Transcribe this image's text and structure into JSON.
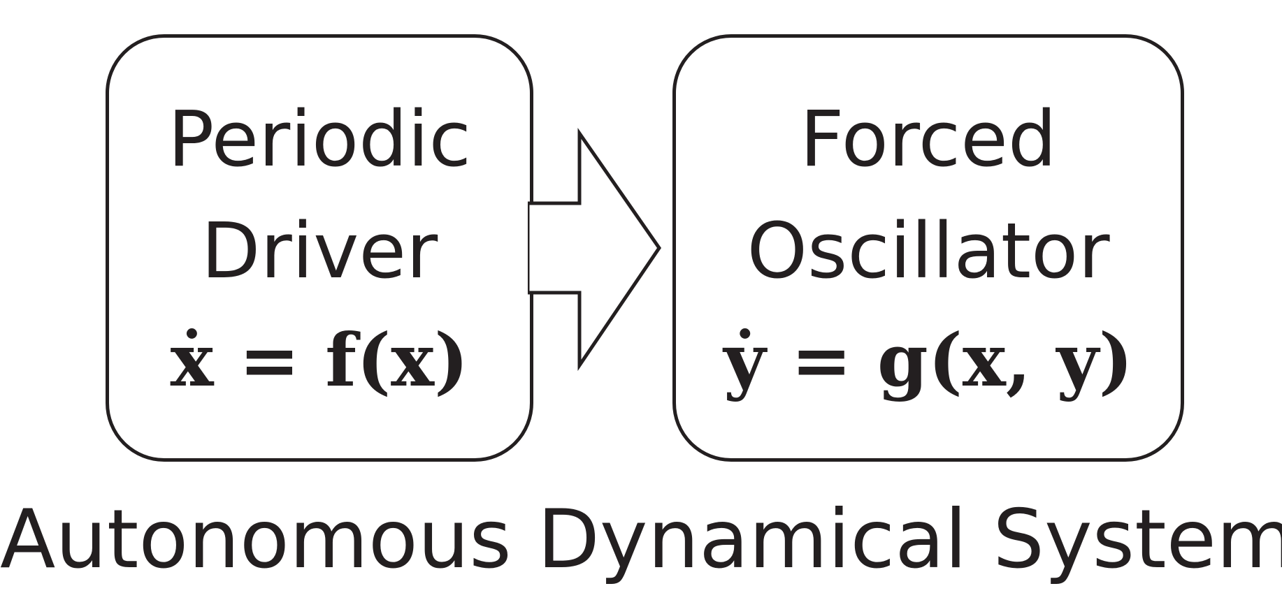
{
  "diagram": {
    "driver": {
      "title_line_1": "Periodic",
      "title_line_2": "Driver",
      "equation": "ẋ = f(x)"
    },
    "oscillator": {
      "title_line_1": "Forced",
      "title_line_2": "Oscillator",
      "equation": "ẏ = g(x, y)"
    },
    "connector": "arrow",
    "caption": "Autonomous Dynamical System",
    "colors": {
      "stroke": "#231f20",
      "text": "#231f20",
      "background": "#ffffff"
    }
  }
}
